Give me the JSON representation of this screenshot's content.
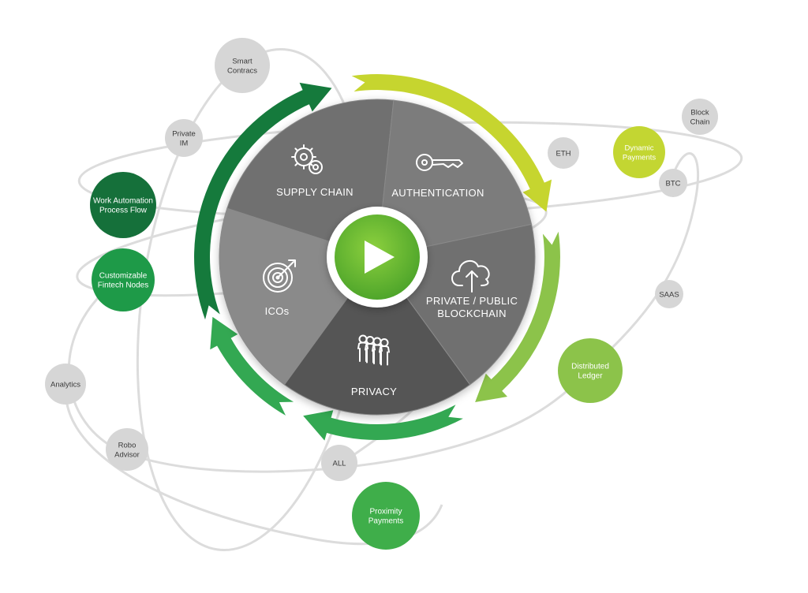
{
  "center": {
    "play_icon": "play-icon"
  },
  "segments": [
    {
      "id": "supply-chain",
      "label_lines": [
        "SUPPLY CHAIN"
      ],
      "icon": "gears-icon",
      "shade": "#6f6f6f"
    },
    {
      "id": "authentication",
      "label_lines": [
        "AUTHENTICATION"
      ],
      "icon": "key-icon",
      "shade": "#7b7b7b"
    },
    {
      "id": "private-public-blockchain",
      "label_lines": [
        "PRIVATE / PUBLIC",
        "BLOCKCHAIN"
      ],
      "icon": "cloud-upload-icon",
      "shade": "#707070"
    },
    {
      "id": "privacy",
      "label_lines": [
        "PRIVACY"
      ],
      "icon": "people-group-icon",
      "shade": "#555555"
    },
    {
      "id": "icos",
      "label_lines": [
        "ICOs"
      ],
      "icon": "target-icon",
      "shade": "#8a8a8a"
    }
  ],
  "nodes": [
    {
      "id": "smart-contracts",
      "lines": [
        "Smart",
        "Contracs"
      ],
      "style": "gray"
    },
    {
      "id": "private-im",
      "lines": [
        "Private",
        "IM"
      ],
      "style": "gray"
    },
    {
      "id": "work-automation",
      "lines": [
        "Work Automation",
        "Process Flow"
      ],
      "style": "darkgreen"
    },
    {
      "id": "customizable-fintech",
      "lines": [
        "Customizable",
        "Fintech Nodes"
      ],
      "style": "green"
    },
    {
      "id": "analytics",
      "lines": [
        "Analytics"
      ],
      "style": "gray"
    },
    {
      "id": "robo-advisor",
      "lines": [
        "Robo",
        "Advisor"
      ],
      "style": "gray"
    },
    {
      "id": "all",
      "lines": [
        "ALL"
      ],
      "style": "gray"
    },
    {
      "id": "proximity-payments",
      "lines": [
        "Proximity",
        "Payments"
      ],
      "style": "midgreen"
    },
    {
      "id": "distributed-ledger",
      "lines": [
        "Distributed",
        "Ledger"
      ],
      "style": "lightgreen"
    },
    {
      "id": "saas",
      "lines": [
        "SAAS"
      ],
      "style": "gray"
    },
    {
      "id": "btc",
      "lines": [
        "BTC"
      ],
      "style": "gray"
    },
    {
      "id": "eth",
      "lines": [
        "ETH"
      ],
      "style": "gray"
    },
    {
      "id": "dynamic-payments",
      "lines": [
        "Dynamic",
        "Payments"
      ],
      "style": "lime"
    },
    {
      "id": "block-chain",
      "lines": [
        "Block",
        "Chain"
      ],
      "style": "gray"
    }
  ],
  "colors": {
    "gray_node": "#d6d6d6",
    "gray_text": "#3a3a3a",
    "darkgreen": "#15703a",
    "green": "#1e9a48",
    "midgreen": "#3fae4a",
    "lightgreen": "#8cc34a",
    "lime": "#c3d632",
    "orbit": "#dcdcdc",
    "arrow_dark": "#157a3c",
    "arrow_lime": "#c6d52f",
    "arrow_mid": "#8cc34a",
    "arrow_green": "#33a852",
    "play_green": "#62b22f"
  }
}
